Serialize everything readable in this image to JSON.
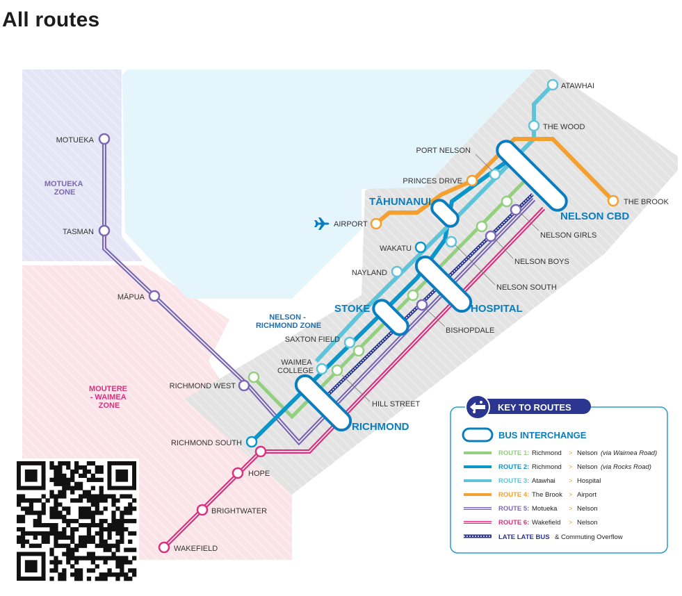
{
  "page": {
    "title": "All routes"
  },
  "zones": {
    "motueka": [
      "MOTUEKA",
      "ZONE"
    ],
    "moutere": [
      "MOUTERE",
      "- WAIMEA",
      "ZONE"
    ],
    "nelson": [
      "NELSON -",
      "RICHMOND ZONE"
    ]
  },
  "interchanges": {
    "tahunanui": "TĀHUNANUI",
    "stoke": "STOKE",
    "richmond": "RICHMOND",
    "hospital": "HOSPITAL",
    "nelson_cbd": "NELSON CBD"
  },
  "stops": {
    "atawhai": "ATAWHAI",
    "the_wood": "THE WOOD",
    "port_nelson": "PORT NELSON",
    "princes_drive": "PRINCES DRIVE",
    "the_brook": "THE BROOK",
    "airport": "AIRPORT",
    "nelson_girls": "NELSON GIRLS",
    "nelson_boys": "NELSON BOYS",
    "nelson_south": "NELSON SOUTH",
    "wakatu": "WAKATU",
    "nayland": "NAYLAND",
    "bishopdale": "BISHOPDALE",
    "saxton_field": "SAXTON FIELD",
    "waimea_college": [
      "WAIMEA",
      "COLLEGE"
    ],
    "hill_street": "HILL STREET",
    "richmond_west": "RICHMOND WEST",
    "richmond_south": "RICHMOND SOUTH",
    "hope": "HOPE",
    "brightwater": "BRIGHTWATER",
    "wakefield": "WAKEFIELD",
    "motueka": "MOTUEKA",
    "tasman": "TASMAN",
    "mapua": "MĀPUA"
  },
  "key": {
    "title": "KEY TO ROUTES",
    "interchange_label": "BUS INTERCHANGE",
    "routes": [
      {
        "route": "ROUTE 1:",
        "from": "Richmond",
        "to": "Nelson",
        "via": "(via Waimea Road)",
        "color": "#93cf7e"
      },
      {
        "route": "ROUTE 2:",
        "from": "Richmond",
        "to": "Nelson",
        "via": "(via Rocks Road)",
        "color": "#0a96c9"
      },
      {
        "route": "ROUTE 3:",
        "from": "Atawhai",
        "to": "Hospital",
        "via": "",
        "color": "#5ec4d9"
      },
      {
        "route": "ROUTE 4:",
        "from": "The Brook",
        "to": "Airport",
        "via": "",
        "color": "#f3a030"
      },
      {
        "route": "ROUTE 5:",
        "from": "Motueka",
        "to": "Nelson",
        "via": "",
        "color": "#7a68b5"
      },
      {
        "route": "ROUTE 6:",
        "from": "Wakefield",
        "to": "Nelson",
        "via": "",
        "color": "#d9317e"
      }
    ],
    "late_bus": {
      "name": "LATE LATE BUS",
      "desc": "& Commuting Overflow",
      "color": "#2b3690"
    },
    "arrow": ">"
  },
  "colors": {
    "route1": "#93cf7e",
    "route2": "#0a96c9",
    "route3": "#5ec4d9",
    "route4": "#f3a030",
    "route5": "#7a68b5",
    "route6": "#d9317e",
    "late": "#2b3690",
    "hub_text": "#0a7dbf",
    "sea": "#e4f5fb",
    "key_badge": "#2b3690"
  },
  "icons": {
    "airport": "airplane-icon",
    "key": "bus-route-icon",
    "qr": "qr-code"
  }
}
